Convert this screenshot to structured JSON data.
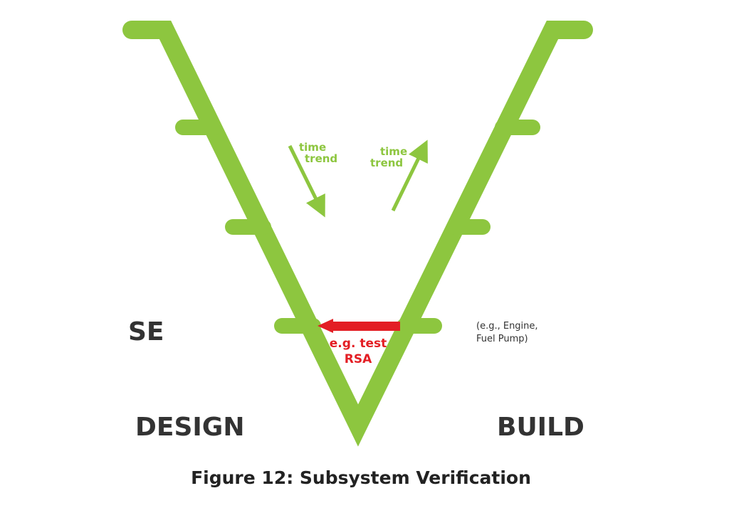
{
  "colors": {
    "v_green": "#8dc63f",
    "arrow_red": "#e31e24",
    "text_dark": "#333333"
  },
  "labels": {
    "se": "SE",
    "design": "DESIGN",
    "build": "BUILD",
    "trend_left_line1": "time",
    "trend_left_line2": "trend",
    "trend_right_line1": "time",
    "trend_right_line2": "trend",
    "example_line1": "(e.g., Engine,",
    "example_line2": "Fuel Pump)",
    "test_line1": "e.g. test",
    "test_line2": "RSA"
  },
  "caption": "Figure 12: Subsystem Verification"
}
